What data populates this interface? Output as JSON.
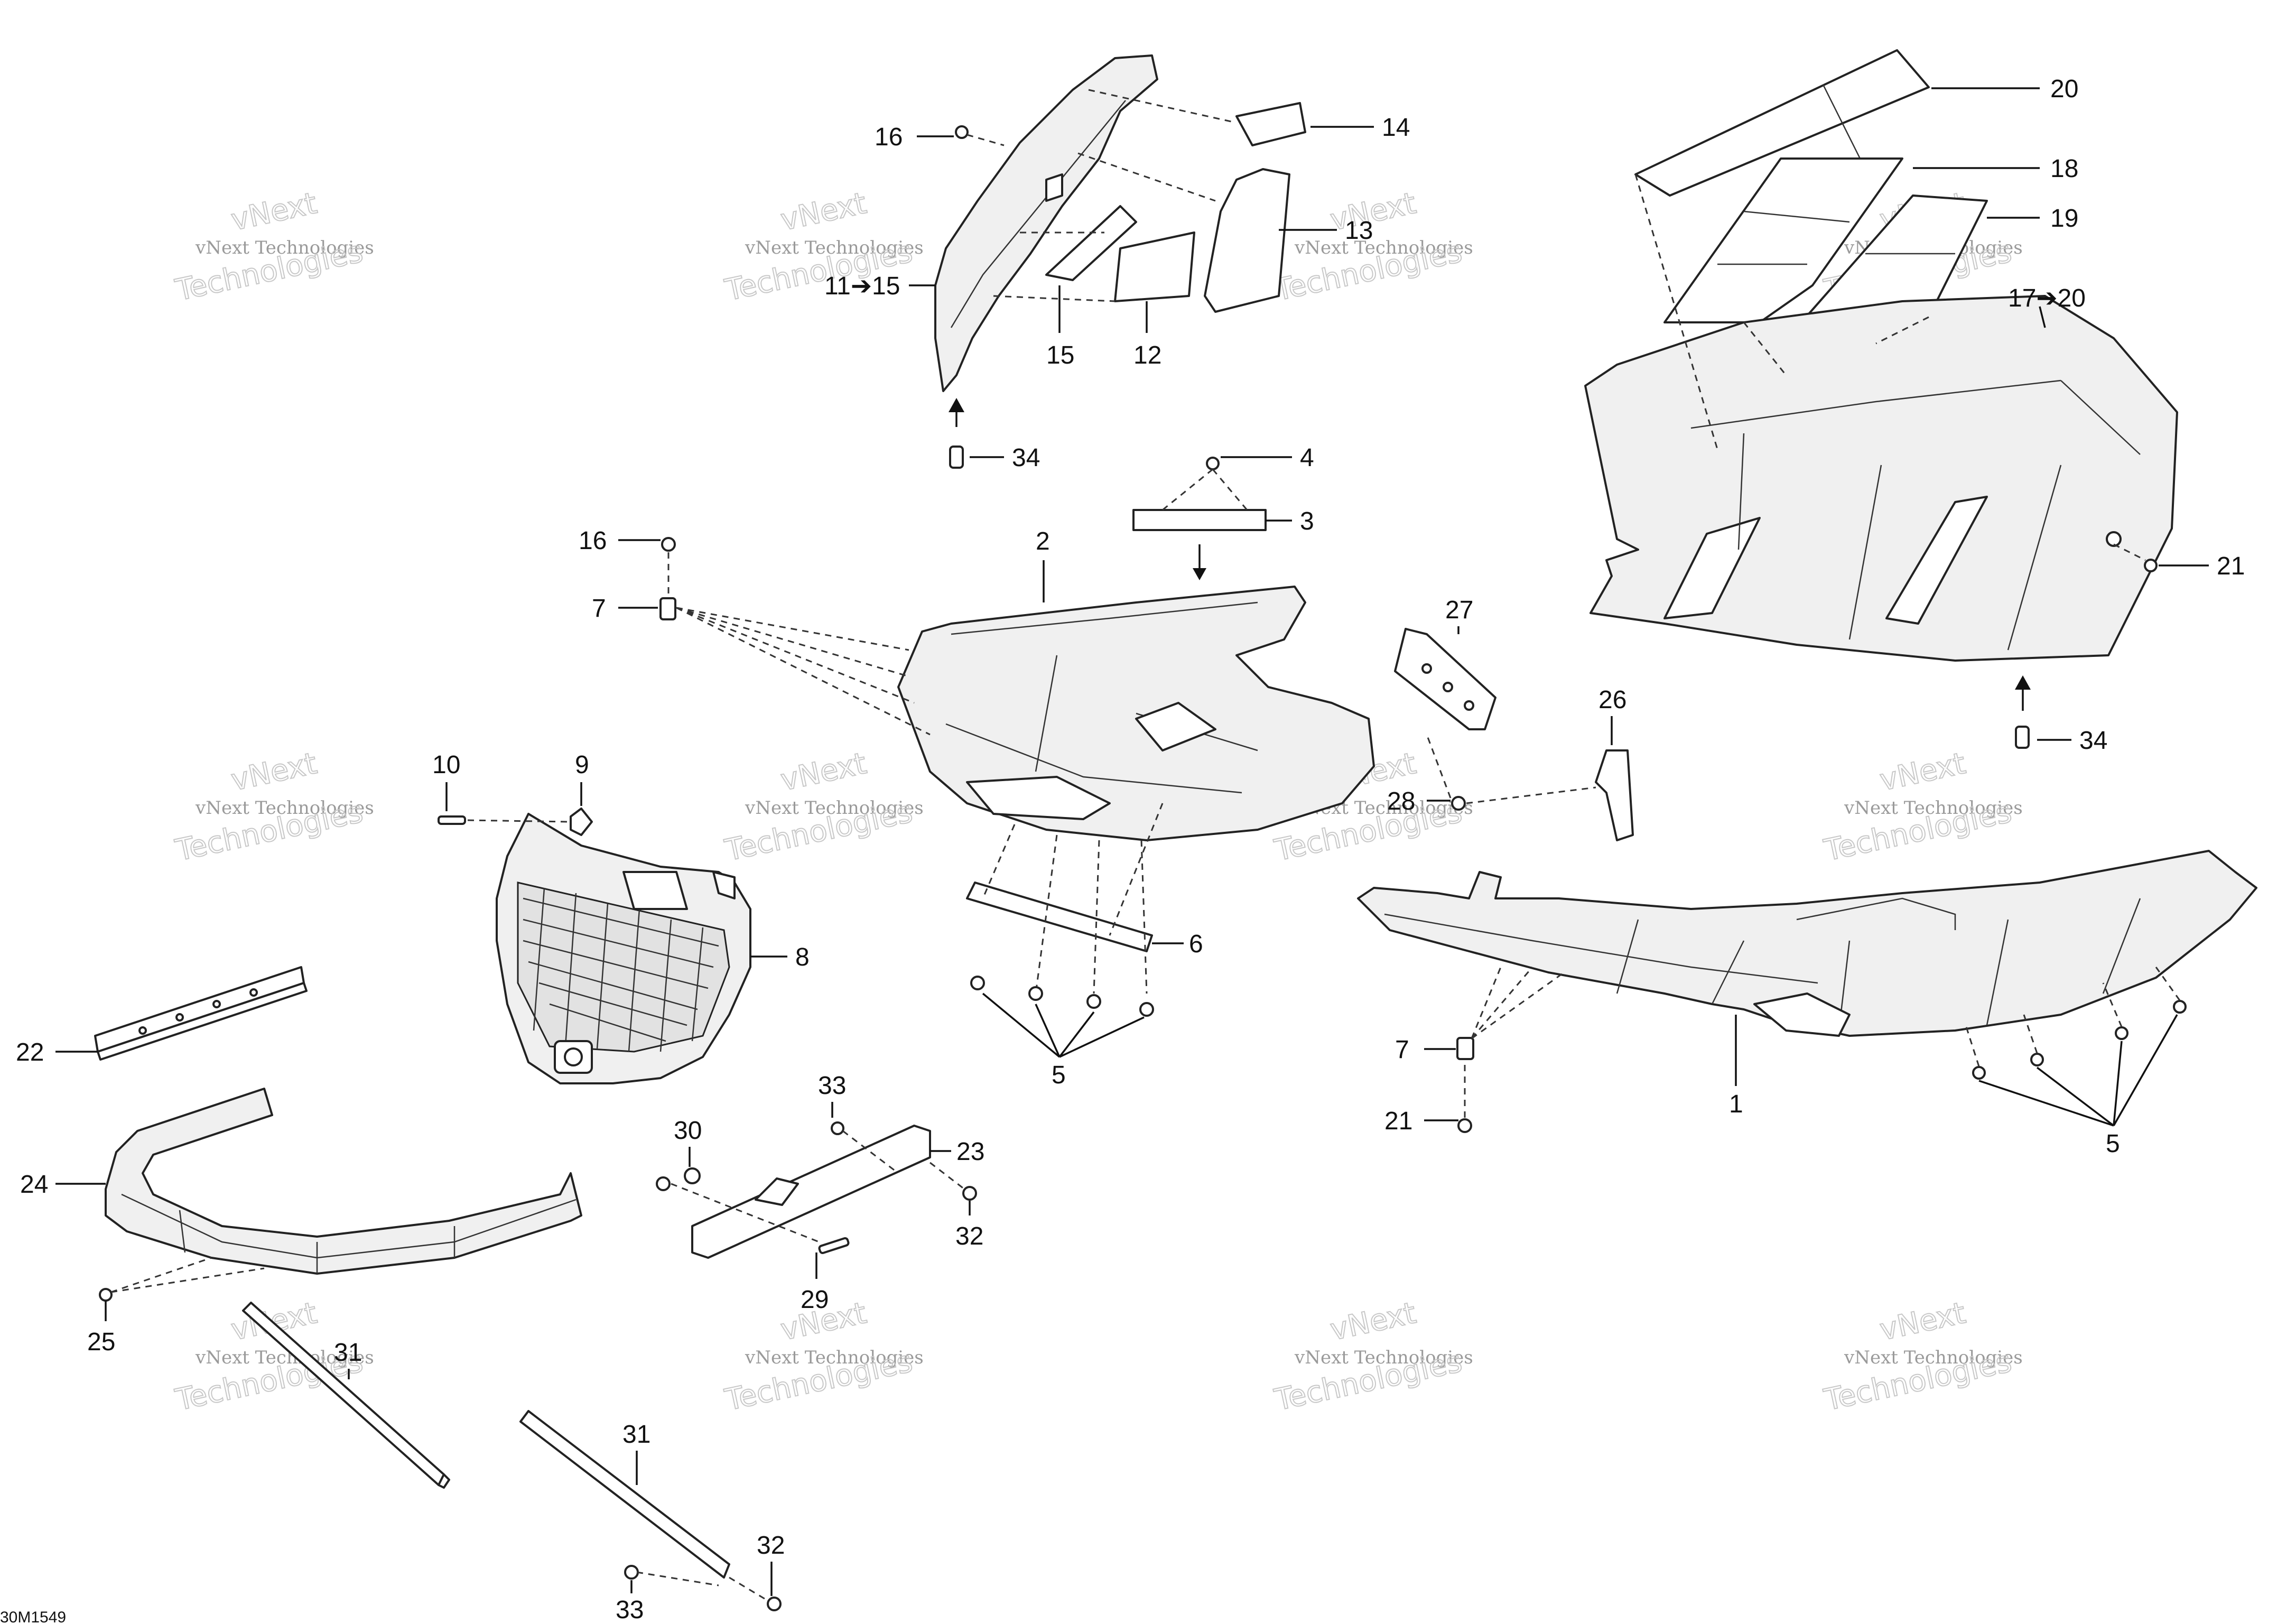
{
  "diagram": {
    "callouts": [
      {
        "id": "c20",
        "text": "20"
      },
      {
        "id": "c18",
        "text": "18"
      },
      {
        "id": "c19",
        "text": "19"
      },
      {
        "id": "c17",
        "text": "17➔20"
      },
      {
        "id": "c21a",
        "text": "21"
      },
      {
        "id": "c34a",
        "text": "34"
      },
      {
        "id": "c14",
        "text": "14"
      },
      {
        "id": "c13",
        "text": "13"
      },
      {
        "id": "c16a",
        "text": "16"
      },
      {
        "id": "c11",
        "text": "11➔15"
      },
      {
        "id": "c15",
        "text": "15"
      },
      {
        "id": "c12",
        "text": "12"
      },
      {
        "id": "c34b",
        "text": "34"
      },
      {
        "id": "c4",
        "text": "4"
      },
      {
        "id": "c3",
        "text": "3"
      },
      {
        "id": "c2",
        "text": "2"
      },
      {
        "id": "c16b",
        "text": "16"
      },
      {
        "id": "c7a",
        "text": "7"
      },
      {
        "id": "c27",
        "text": "27"
      },
      {
        "id": "c26",
        "text": "26"
      },
      {
        "id": "c28",
        "text": "28"
      },
      {
        "id": "c10",
        "text": "10"
      },
      {
        "id": "c9",
        "text": "9"
      },
      {
        "id": "c8",
        "text": "8"
      },
      {
        "id": "c6",
        "text": "6"
      },
      {
        "id": "c5a",
        "text": "5"
      },
      {
        "id": "c22",
        "text": "22"
      },
      {
        "id": "c24",
        "text": "24"
      },
      {
        "id": "c25",
        "text": "25"
      },
      {
        "id": "c33a",
        "text": "33"
      },
      {
        "id": "c30",
        "text": "30"
      },
      {
        "id": "c23",
        "text": "23"
      },
      {
        "id": "c32a",
        "text": "32"
      },
      {
        "id": "c29",
        "text": "29"
      },
      {
        "id": "c31a",
        "text": "31"
      },
      {
        "id": "c31b",
        "text": "31"
      },
      {
        "id": "c32b",
        "text": "32"
      },
      {
        "id": "c33b",
        "text": "33"
      },
      {
        "id": "c7b",
        "text": "7"
      },
      {
        "id": "c21b",
        "text": "21"
      },
      {
        "id": "c1",
        "text": "1"
      },
      {
        "id": "c5b",
        "text": "5"
      }
    ],
    "watermark_line1": "vNext Technologies",
    "watermark_line2": "vNext",
    "watermark_line3": "Technologies",
    "drawing_code": "30M1549"
  }
}
